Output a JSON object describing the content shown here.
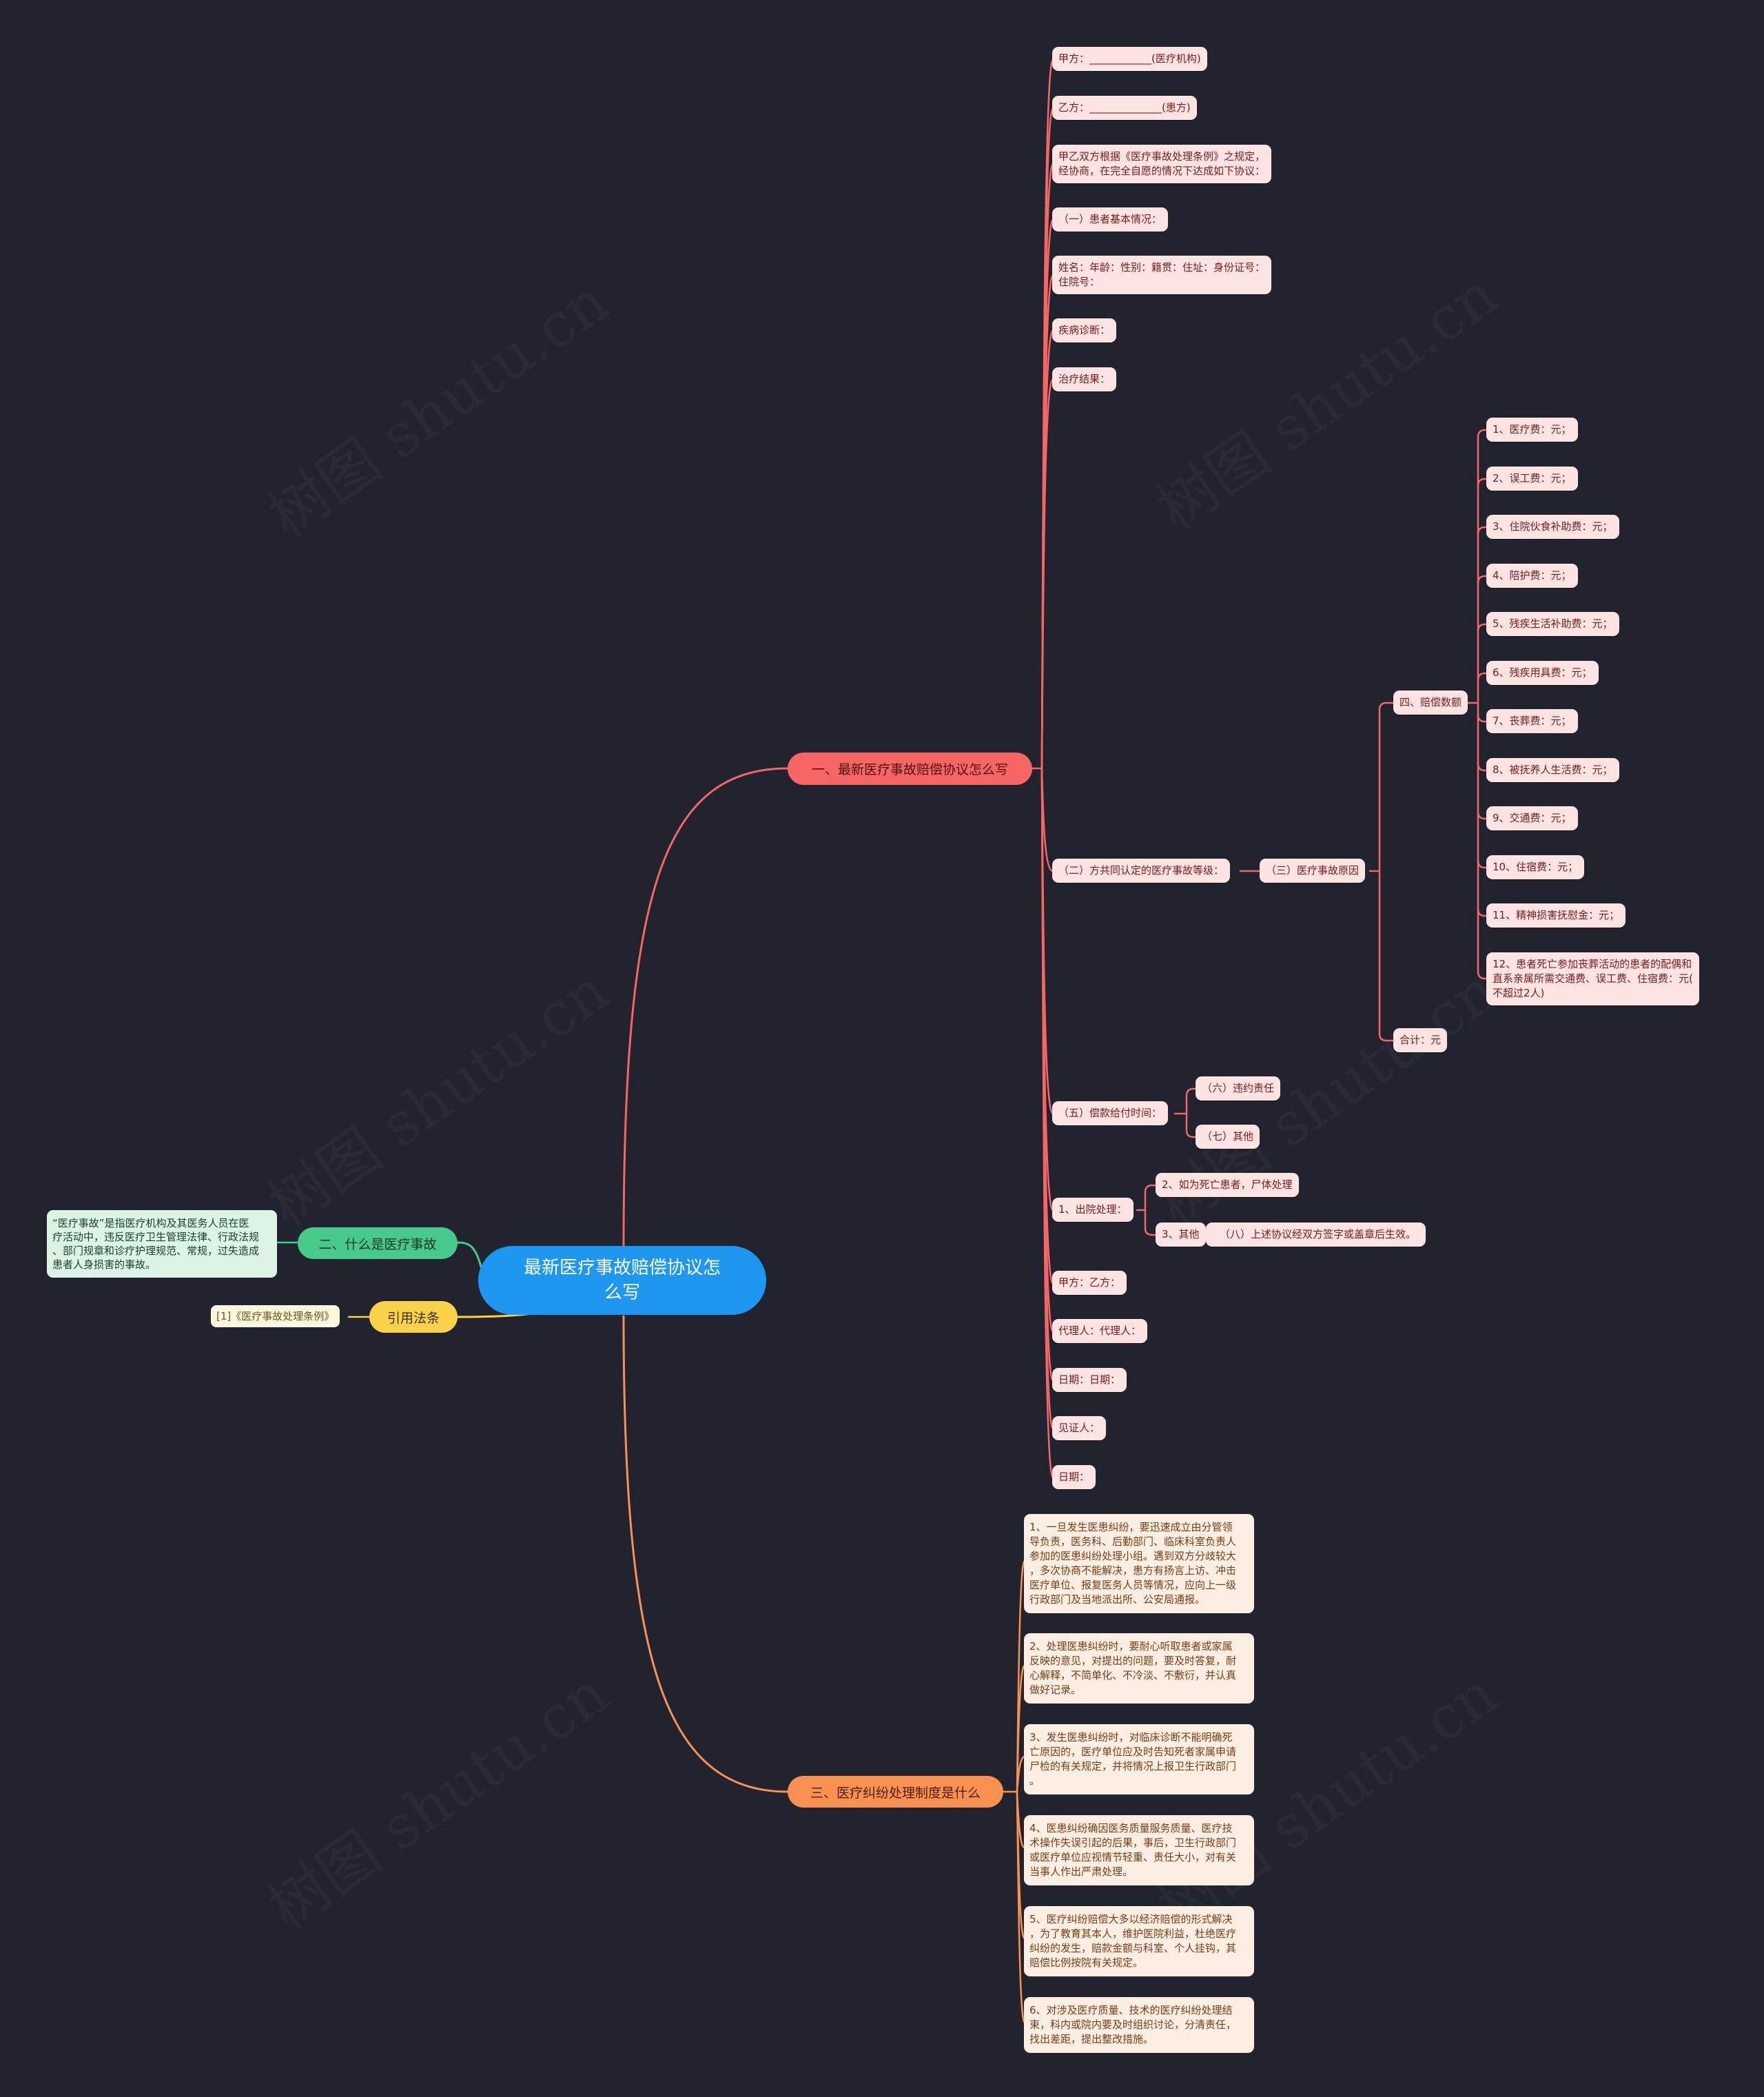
{
  "watermark": "树图 shutu.cn",
  "colors": {
    "background": "#21232f",
    "root": "#1d97ef",
    "branch_1": "#f76565",
    "branch_2": "#46c98a",
    "branch_3": "#fb9150",
    "branch_cite": "#fbd24a"
  },
  "root": {
    "title": "最新医疗事故赔偿协议怎么写"
  },
  "branch1": {
    "title": "一、最新医疗事故赔偿协议怎么写",
    "items": {
      "party_a": "甲方：____________(医疗机构)",
      "party_b": "乙方：______________(患方)",
      "preamble": "甲乙双方根据《医疗事故处理条例》之规定，\n经协商，在完全自愿的情况下达成如下协议：",
      "sec1": "（一）患者基本情况：",
      "patient_info": "姓名：年龄：性别：籍贯：住址：身份证号：\n住院号：",
      "diagnosis": "疾病诊断：",
      "result": "治疗结果：",
      "sec2": "（二）方共同认定的医疗事故等级：",
      "sec3": "（三）医疗事故原因",
      "sec4": "四、赔偿数额",
      "fees": [
        "1、医疗费：元；",
        "2、误工费：元；",
        "3、住院伙食补助费：元；",
        "4、陪护费：元；",
        "5、残疾生活补助费：元；",
        "6、残疾用具费：元；",
        "7、丧葬费：元；",
        "8、被抚养人生活费：元；",
        "9、交通费：元；",
        "10、住宿费：元；",
        "11、精神损害抚慰金：元；",
        "12、患者死亡参加丧葬活动的患者的配偶和\n直系亲属所需交通费、误工费、住宿费：元(\n不超过2人)"
      ],
      "total": "合计：元",
      "sec5": "（五）偿款给付时间：",
      "sec6": "（六）违约责任",
      "sec7": "（七）其他",
      "discharge": "1、出院处理：",
      "discharge_2": "2、如为死亡患者，尸体处理",
      "discharge_3": "3、其他",
      "sec8": "（八）上述协议经双方签字或盖章后生效。",
      "sign_parties": "甲方：乙方：",
      "sign_agents": "代理人：代理人：",
      "sign_dates": "日期：日期：",
      "witness": "见证人：",
      "date": "日期："
    }
  },
  "branch2": {
    "title": "二、什么是医疗事故",
    "definition": "“医疗事故”是指医疗机构及其医务人员在医\n疗活动中，违反医疗卫生管理法律、行政法规\n、部门规章和诊疗护理规范、常规，过失造成\n患者人身损害的事故。"
  },
  "branch_cite": {
    "title": "引用法条",
    "ref": "[1]《医疗事故处理条例》"
  },
  "branch3": {
    "title": "三、医疗纠纷处理制度是什么",
    "items": [
      "1、一旦发生医患纠纷，要迅速成立由分管领\n导负责，医务科、后勤部门、临床科室负责人\n参加的医患纠纷处理小组。遇到双方分歧较大\n，多次协商不能解决，患方有扬言上访、冲击\n医疗单位、报复医务人员等情况，应向上一级\n行政部门及当地派出所、公安局通报。",
      "2、处理医患纠纷时，要耐心听取患者或家属\n反映的意见，对提出的问题，要及时答复，耐\n心解释，不简单化、不冷淡、不敷衍，并认真\n做好记录。",
      "3、发生医患纠纷时，对临床诊断不能明确死\n亡原因的，医疗单位应及时告知死者家属申请\n尸检的有关规定，并将情况上报卫生行政部门\n。",
      "4、医患纠纷确因医务质量服务质量、医疗技\n术操作失误引起的后果，事后，卫生行政部门\n或医疗单位应视情节轻重、责任大小，对有关\n当事人作出严肃处理。",
      "5、医疗纠纷赔偿大多以经济赔偿的形式解决\n，为了教育其本人，维护医院利益，杜绝医疗\n纠纷的发生，赔款金额与科室、个人挂钩，其\n赔偿比例按院有关规定。",
      "6、对涉及医疗质量、技术的医疗纠纷处理结\n束，科内或院内要及时组织讨论，分清责任，\n找出差距，提出整改措施。"
    ]
  }
}
